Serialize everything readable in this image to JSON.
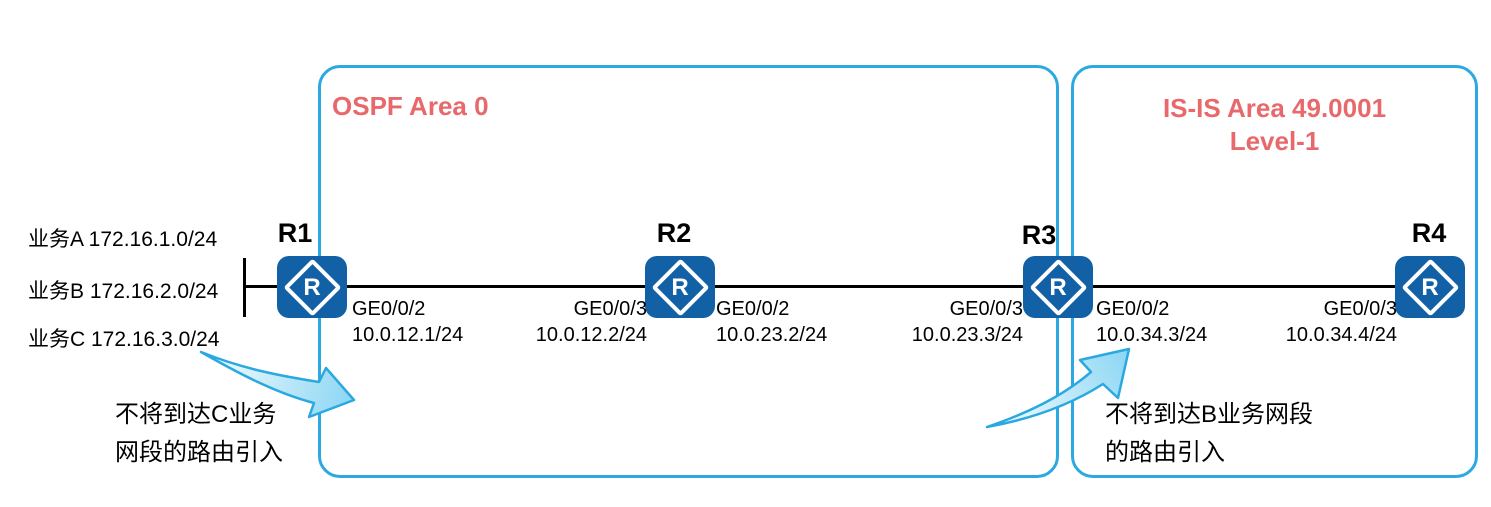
{
  "colors": {
    "box_border": "#2BA9E0",
    "area_title": "#E8696B",
    "router_fill": "#1261A7",
    "link_color": "#000000",
    "arrow_stroke": "#2AA9E1",
    "arrow_fill_light": "#FDFEFF",
    "arrow_fill_deep": "#8ED7F4"
  },
  "areas": [
    {
      "title": "OSPF Area 0"
    },
    {
      "title_line1": "IS-IS Area 49.0001",
      "title_line2": "Level-1"
    }
  ],
  "service_networks": [
    {
      "label": "业务A 172.16.1.0/24"
    },
    {
      "label": "业务B 172.16.2.0/24"
    },
    {
      "label": "业务C 172.16.3.0/24"
    }
  ],
  "router_icon_letter": "R",
  "routers": [
    {
      "name": "R1"
    },
    {
      "name": "R2"
    },
    {
      "name": "R3"
    },
    {
      "name": "R4"
    }
  ],
  "interfaces": [
    {
      "router": "R1",
      "port": "GE0/0/2",
      "ip": "10.0.12.1/24"
    },
    {
      "router": "R2",
      "port": "GE0/0/3",
      "ip": "10.0.12.2/24"
    },
    {
      "router": "R2",
      "port": "GE0/0/2",
      "ip": "10.0.23.2/24"
    },
    {
      "router": "R3",
      "port": "GE0/0/3",
      "ip": "10.0.23.3/24"
    },
    {
      "router": "R3",
      "port": "GE0/0/2",
      "ip": "10.0.34.3/24"
    },
    {
      "router": "R4",
      "port": "GE0/0/3",
      "ip": "10.0.34.4/24"
    }
  ],
  "annotations": [
    {
      "line1": "不将到达C业务",
      "line2": "网段的路由引入",
      "icon": "curved-swoosh-arrow-icon"
    },
    {
      "line1": "不将到达B业务网段",
      "line2": "的路由引入",
      "icon": "curved-swoosh-arrow-icon"
    }
  ]
}
